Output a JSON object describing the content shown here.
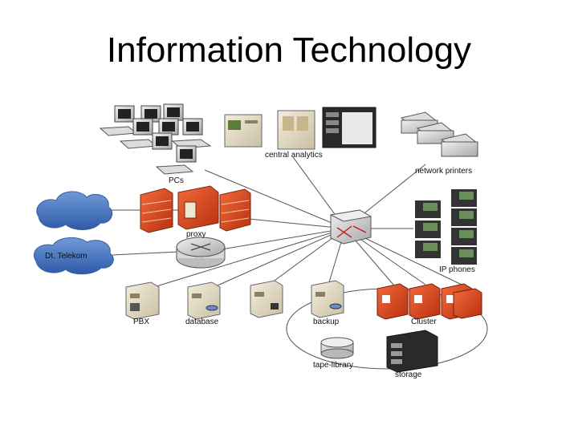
{
  "title": "Information Technology",
  "labels": {
    "pcs": "PCs",
    "central_analytics": "central analytics",
    "network_printers": "network printers",
    "proxy": "proxy",
    "ip_phones": "IP phones",
    "dt_telekom": "Dt. Telekom",
    "pbx": "PBX",
    "database": "database",
    "backup": "backup",
    "cluster": "Cluster",
    "tape_library": "tape-library",
    "storage": "storage"
  },
  "colors": {
    "firewall_red": "#e0501f",
    "cluster_red": "#d42a1a",
    "cloud_blue": "#3f6fbf",
    "server_beige": "#e4dcc4",
    "link_gray": "#555555",
    "phone_green": "#2d5a2d"
  }
}
